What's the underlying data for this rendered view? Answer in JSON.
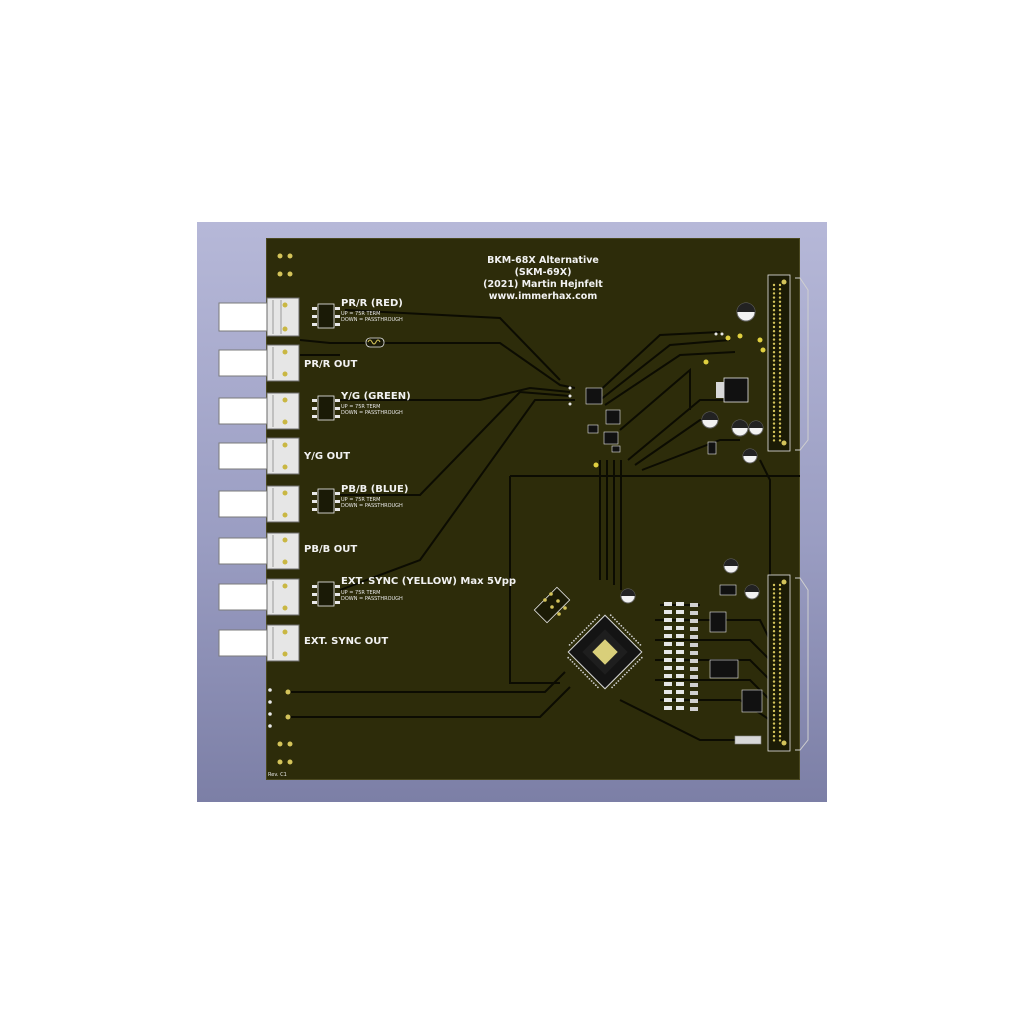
{
  "board": {
    "title_lines": [
      "BKM-68X Alternative",
      "(SKM-69X)",
      "(2021) Martin Hejnfelt",
      "www.immerhax.com"
    ],
    "revision": "Rev. C1"
  },
  "connectors": [
    {
      "label": "PR/R (RED)",
      "switch_up": "UP = 75R TERM",
      "switch_down": "DOWN = PASSTHROUGH"
    },
    {
      "label": "PR/R OUT"
    },
    {
      "label": "Y/G (GREEN)",
      "switch_up": "UP = 75R TERM",
      "switch_down": "DOWN = PASSTHROUGH"
    },
    {
      "label": "Y/G OUT"
    },
    {
      "label": "PB/B (BLUE)",
      "switch_up": "UP = 75R TERM",
      "switch_down": "DOWN = PASSTHROUGH"
    },
    {
      "label": "PB/B OUT"
    },
    {
      "label": "EXT. SYNC (YELLOW) Max 5Vpp",
      "switch_up": "UP = 75R TERM",
      "switch_down": "DOWN = PASSTHROUGH"
    },
    {
      "label": "EXT. SYNC OUT"
    }
  ],
  "colors": {
    "viewer_background": "#9a9dc2",
    "board": "#2d2c0a",
    "silkscreen": "#f2f2f2",
    "trace": "#0c0c02",
    "pad_gold": "#d4c45a"
  }
}
